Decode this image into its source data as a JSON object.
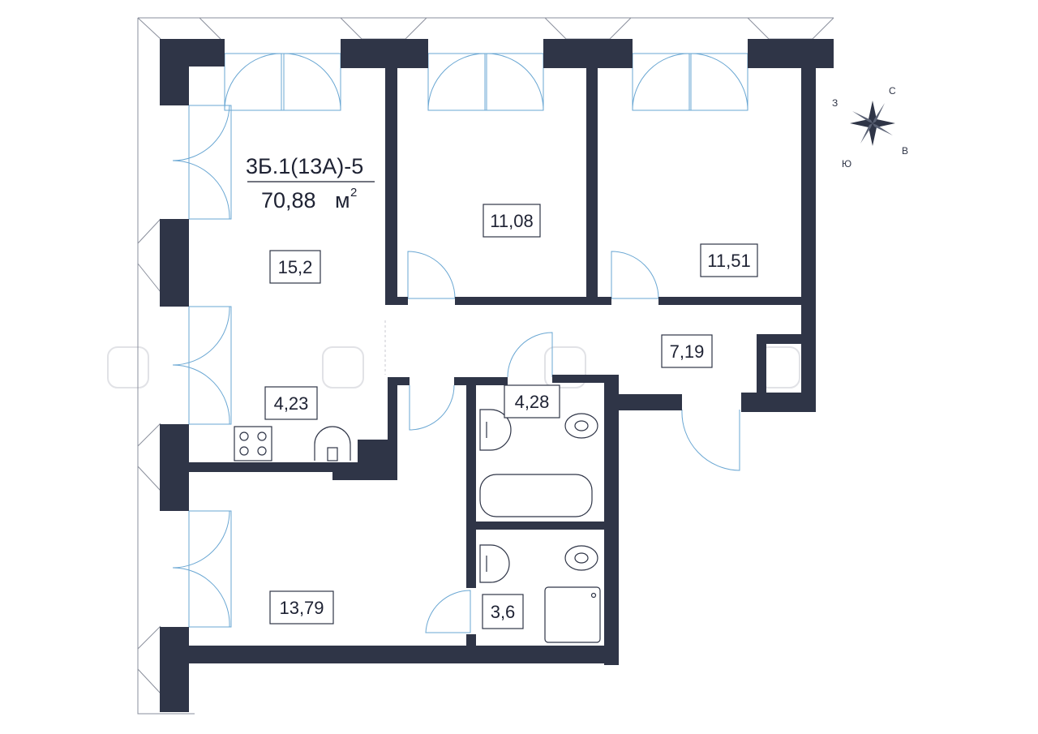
{
  "apartment": {
    "code": "3Б.1(13А)-5",
    "area_value": "70,88",
    "area_unit": "м",
    "area_sup": "2"
  },
  "rooms": [
    {
      "id": "living-room",
      "area": "15,2"
    },
    {
      "id": "bedroom-1",
      "area": "11,08"
    },
    {
      "id": "bedroom-2",
      "area": "11,51"
    },
    {
      "id": "hallway",
      "area": "7,19"
    },
    {
      "id": "kitchen",
      "area": "4,23"
    },
    {
      "id": "bathroom",
      "area": "4,28"
    },
    {
      "id": "shower-room",
      "area": "3,6"
    },
    {
      "id": "bedroom-3",
      "area": "13,79"
    }
  ],
  "compass": {
    "north": "С",
    "south": "Ю",
    "east": "В",
    "west": "З"
  },
  "colors": {
    "wall": "#2f3547",
    "glazing": "#6aa7d3",
    "label_text": "#1e2233"
  }
}
